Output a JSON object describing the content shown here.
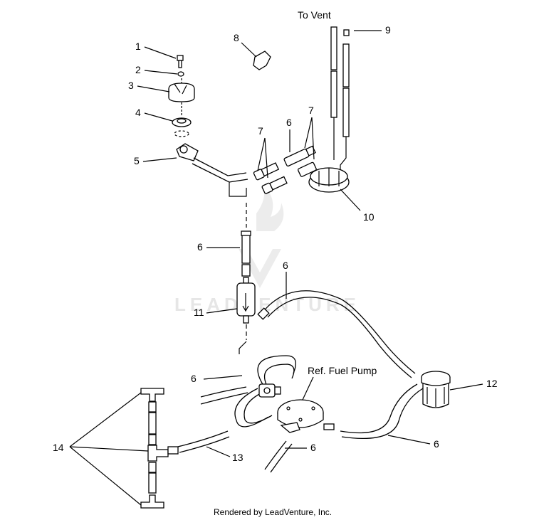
{
  "labels": {
    "to_vent": "To Vent",
    "ref_fuel_pump": "Ref. Fuel Pump",
    "n1": "1",
    "n2": "2",
    "n3": "3",
    "n4": "4",
    "n5": "5",
    "n6a": "6",
    "n6b": "6",
    "n6c": "6",
    "n6d": "6",
    "n6e": "6",
    "n6f": "6",
    "n7a": "7",
    "n7b": "7",
    "n8": "8",
    "n9": "9",
    "n10": "10",
    "n11": "11",
    "n12": "12",
    "n13": "13",
    "n14": "14"
  },
  "watermark": "LEADVENTURE",
  "footer": "Rendered by LeadVenture, Inc."
}
